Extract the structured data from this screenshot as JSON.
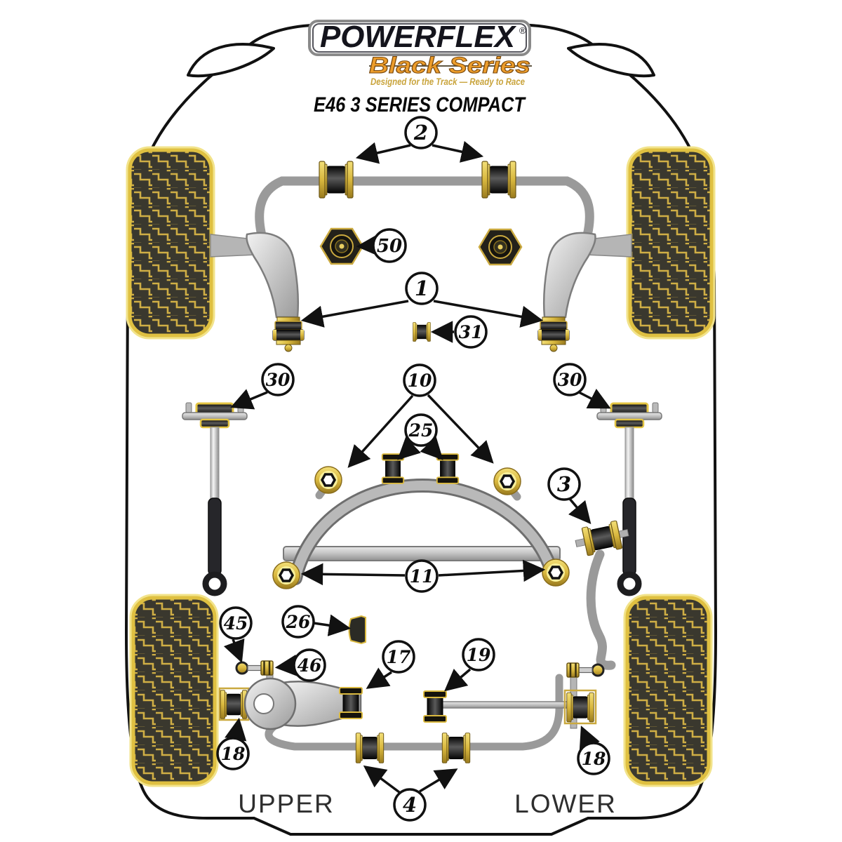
{
  "header": {
    "brand": "POWERFLEX",
    "reg": "®",
    "series": "Black Series",
    "tagline": "Designed for the Track — Ready to Race",
    "model": "E46 3 SERIES COMPACT"
  },
  "labels": {
    "upper": "UPPER",
    "lower": "LOWER"
  },
  "callouts": [
    "2",
    "50",
    "1",
    "31",
    "30",
    "30",
    "10",
    "25",
    "3",
    "11",
    "45",
    "26",
    "46",
    "17",
    "19",
    "18",
    "18",
    "4"
  ],
  "colors": {
    "gold": "#e3c443",
    "gold_dark": "#b8962e",
    "bar_gray": "#9a9a9a",
    "series_orange": "#ED9D2B",
    "tagline_gold": "#C9A43C",
    "outline_black": "#111111",
    "tread_dark": "#3a382e"
  }
}
